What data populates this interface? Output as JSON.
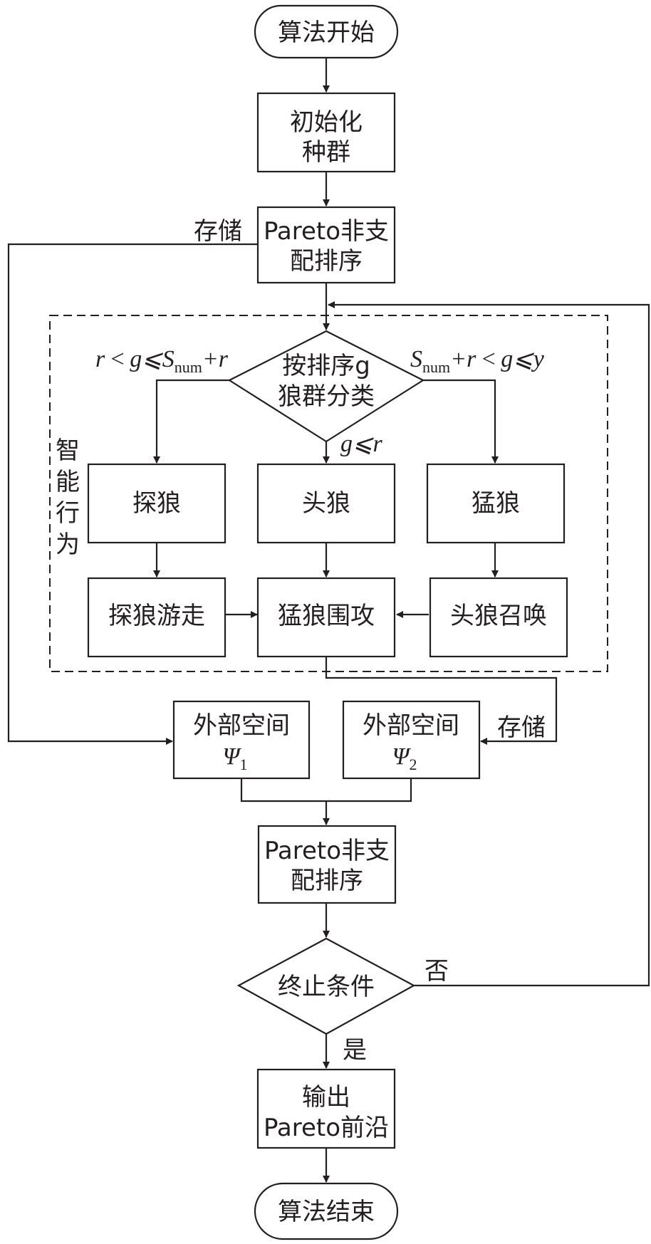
{
  "nodes": {
    "start": "算法开始",
    "init": [
      "初始化",
      "种群"
    ],
    "pareto1": [
      "Pareto非支",
      "配排序"
    ],
    "classify": [
      "按排序g",
      "狼群分类"
    ],
    "explore": "探狼",
    "lead": "头狼",
    "fierce": "猛狼",
    "explore_walk": "探狼游走",
    "siege": "猛狼围攻",
    "summon": "头狼召唤",
    "ext1_label": "外部空间",
    "ext1_symbol": "Ψ",
    "ext1_sub": "1",
    "ext2_label": "外部空间",
    "ext2_symbol": "Ψ",
    "ext2_sub": "2",
    "pareto2": [
      "Pareto非支",
      "配排序"
    ],
    "stop": "终止条件",
    "output": [
      "输出",
      "Pareto前沿"
    ],
    "end": "算法结束"
  },
  "labels": {
    "store_top": "存储",
    "store_right": "存储",
    "group_chars": [
      "智",
      "能",
      "行",
      "为"
    ],
    "no": "否",
    "yes": "是",
    "cond_left": {
      "a": "r",
      "lt": "<",
      "b": "g",
      "le": "⩽",
      "c": "S",
      "sub": "num",
      "d": "+r"
    },
    "cond_mid": {
      "a": "g",
      "le": "⩽",
      "b": "r"
    },
    "cond_right": {
      "c": "S",
      "sub": "num",
      "d": "+r",
      "lt": "<",
      "a": "g",
      "le": "⩽",
      "b": "y"
    }
  }
}
